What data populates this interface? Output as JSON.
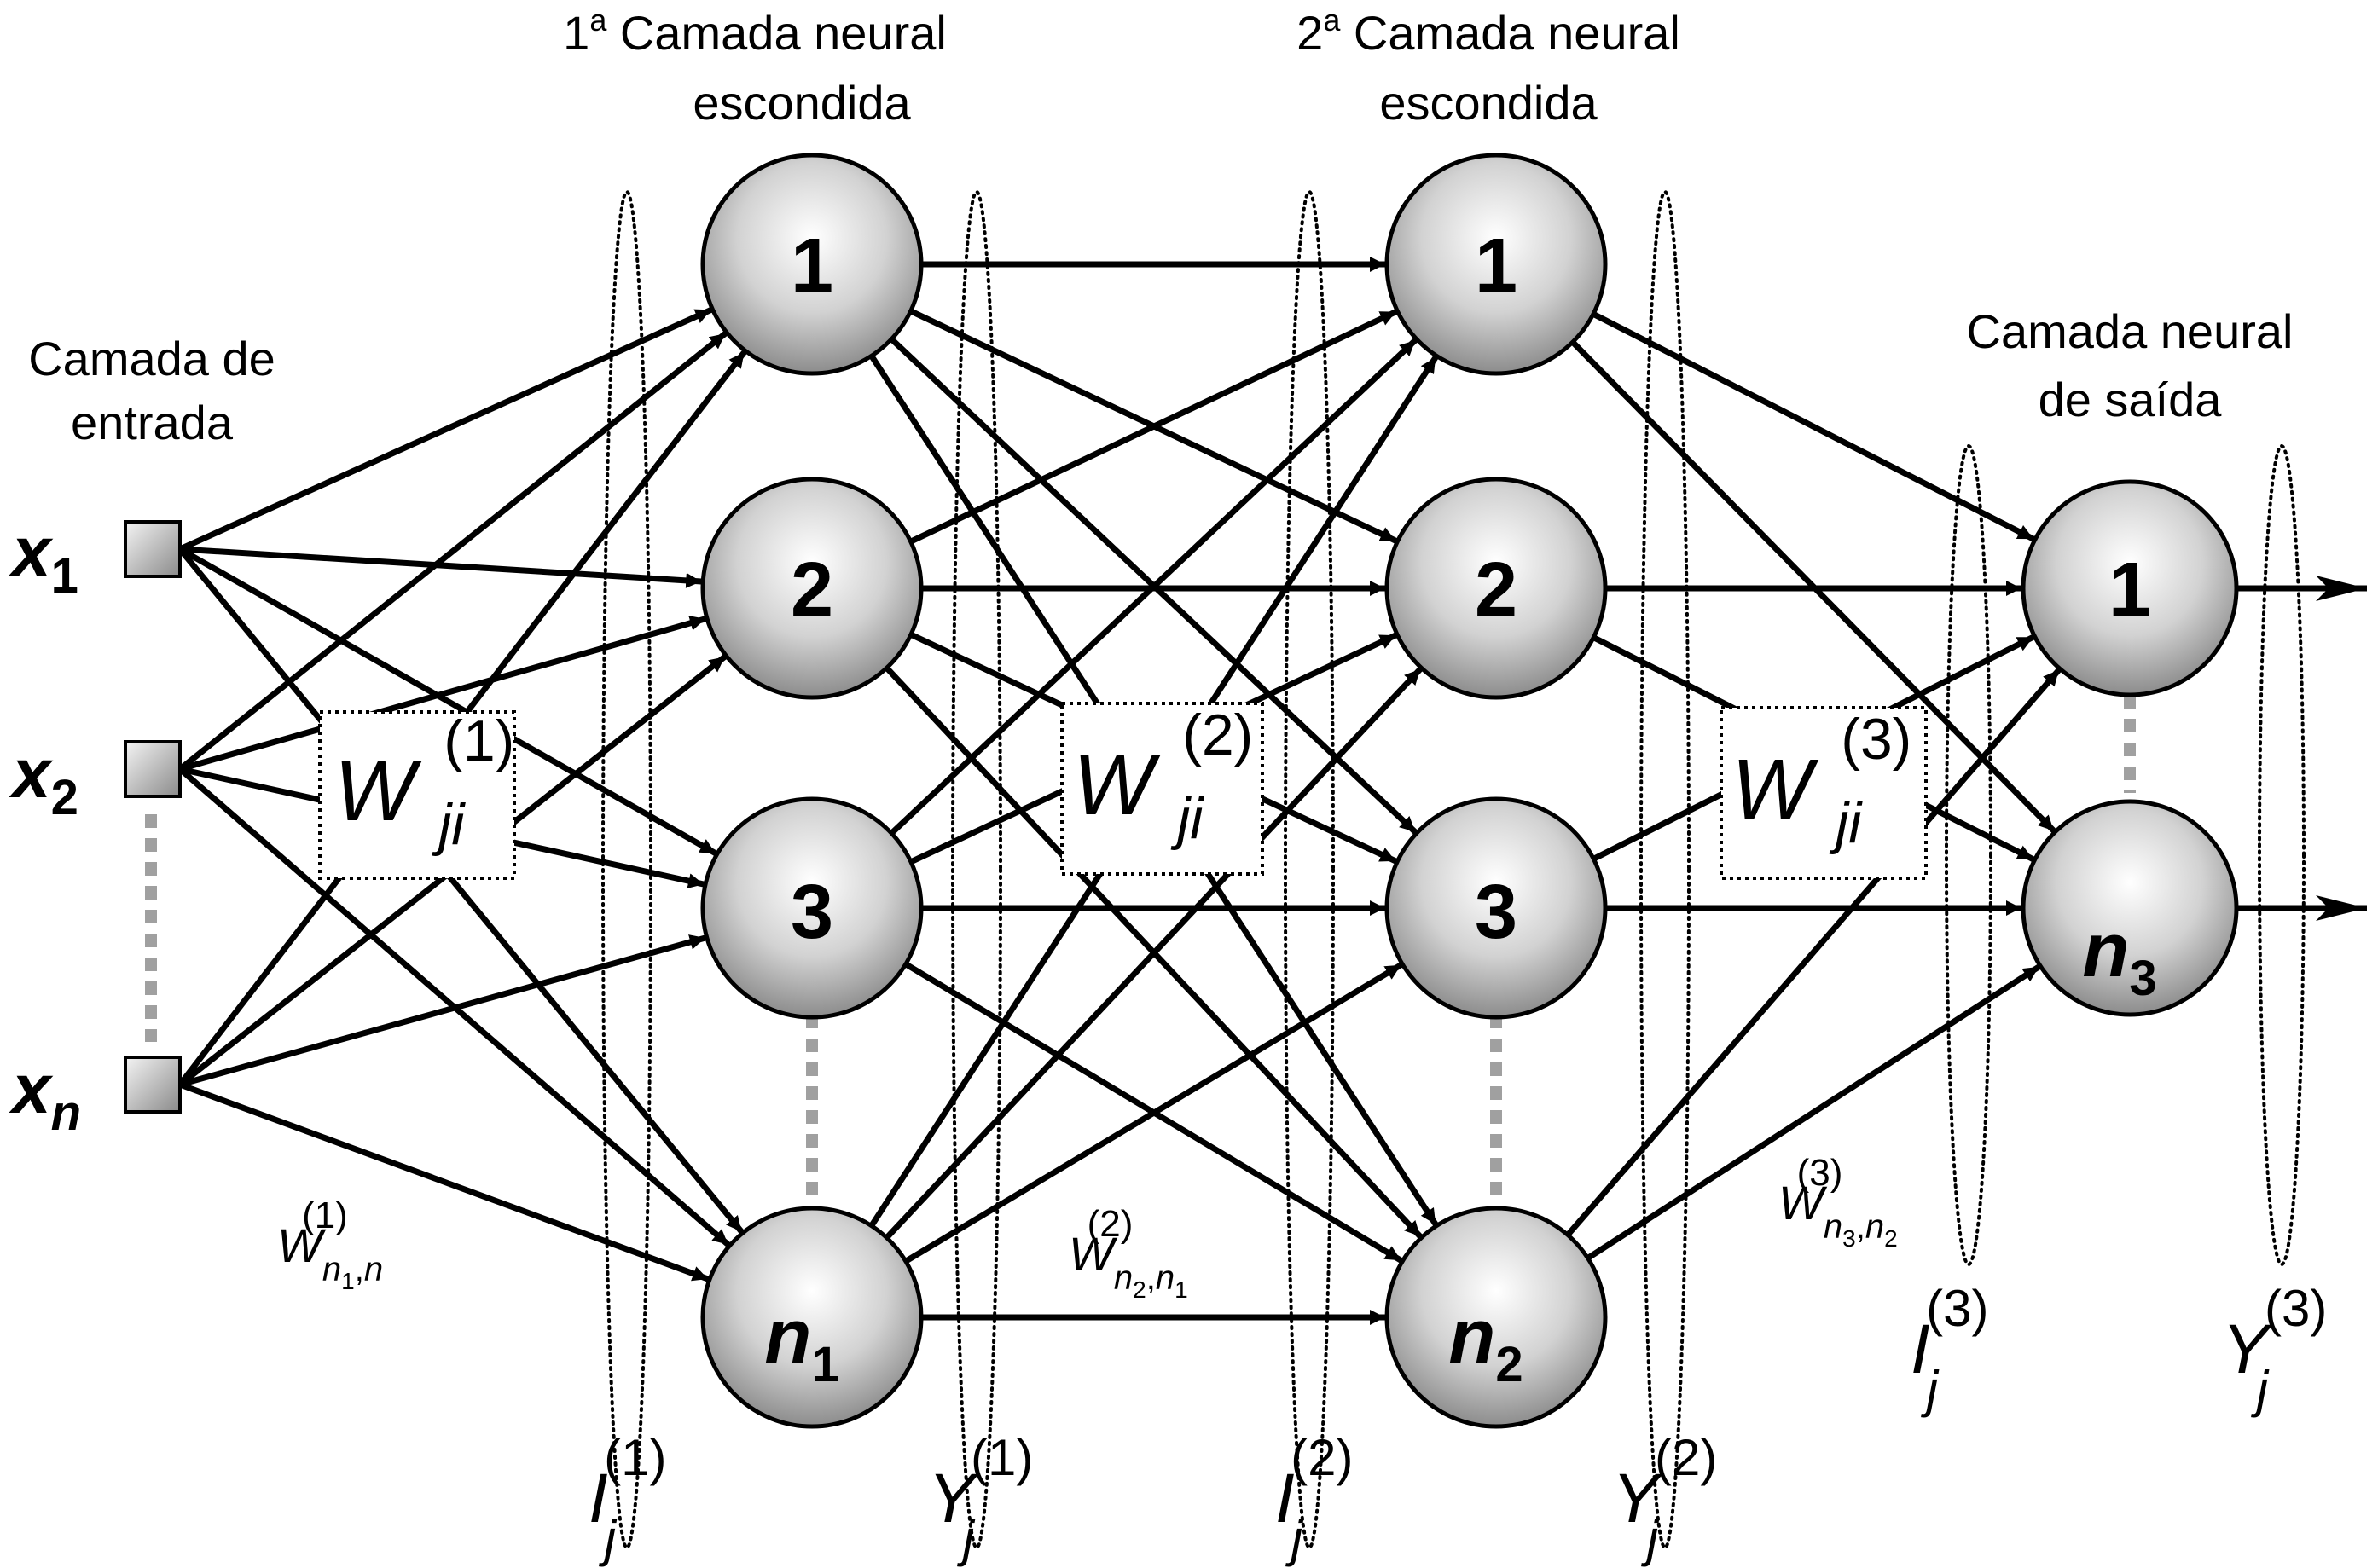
{
  "layers": {
    "input": {
      "title_line1": "Camada de",
      "title_line2": "entrada",
      "inputs": [
        {
          "sym": "x",
          "sub": "1"
        },
        {
          "sym": "x",
          "sub": "2"
        },
        {
          "sym": "x",
          "sub": "n"
        }
      ]
    },
    "hidden1": {
      "title_sup_num": "1",
      "title_sup": "a",
      "title_rest": " Camada neural",
      "title_line2": "escondida",
      "nodes": [
        "1",
        "2",
        "3"
      ],
      "last_node": {
        "sym": "n",
        "sub": "1"
      }
    },
    "hidden2": {
      "title_sup_num": "2",
      "title_sup": "a",
      "title_rest": " Camada neural",
      "title_line2": "escondida",
      "nodes": [
        "1",
        "2",
        "3"
      ],
      "last_node": {
        "sym": "n",
        "sub": "2"
      }
    },
    "output": {
      "title_line1": "Camada neural",
      "title_line2": "de saída",
      "nodes": [
        "1"
      ],
      "last_node": {
        "sym": "n",
        "sub": "3"
      }
    }
  },
  "weights": [
    {
      "sym": "W",
      "sub": "ji",
      "sup": "(1)"
    },
    {
      "sym": "W",
      "sub": "ji",
      "sup": "(2)"
    },
    {
      "sym": "W",
      "sub": "ji",
      "sup": "(3)"
    }
  ],
  "edge_weights": [
    {
      "sym": "W",
      "sub_a": "n",
      "sub_a_sub": "1",
      "sep": ",",
      "sub_b": "n",
      "sup": "(1)"
    },
    {
      "sym": "W",
      "sub_a": "n",
      "sub_a_sub": "2",
      "sep": ",",
      "sub_b": "n",
      "sub_b_sub": "1",
      "sup": "(2)"
    },
    {
      "sym": "W",
      "sub_a": "n",
      "sub_a_sub": "3",
      "sep": ",",
      "sub_b": "n",
      "sub_b_sub": "2",
      "sup": "(3)"
    }
  ],
  "signals": [
    {
      "sym": "I",
      "sub": "j",
      "sup": "(1)"
    },
    {
      "sym": "Y",
      "sub": "j",
      "sup": "(1)"
    },
    {
      "sym": "I",
      "sub": "j",
      "sup": "(2)"
    },
    {
      "sym": "Y",
      "sub": "j",
      "sup": "(2)"
    },
    {
      "sym": "I",
      "sub": "j",
      "sup": "(3)"
    },
    {
      "sym": "Y",
      "sub": "j",
      "sup": "(3)"
    }
  ],
  "colors": {
    "stroke": "#000000",
    "node_light": "#ffffff",
    "node_dark": "#8c8c8c",
    "dash": "#a0a0a0"
  }
}
